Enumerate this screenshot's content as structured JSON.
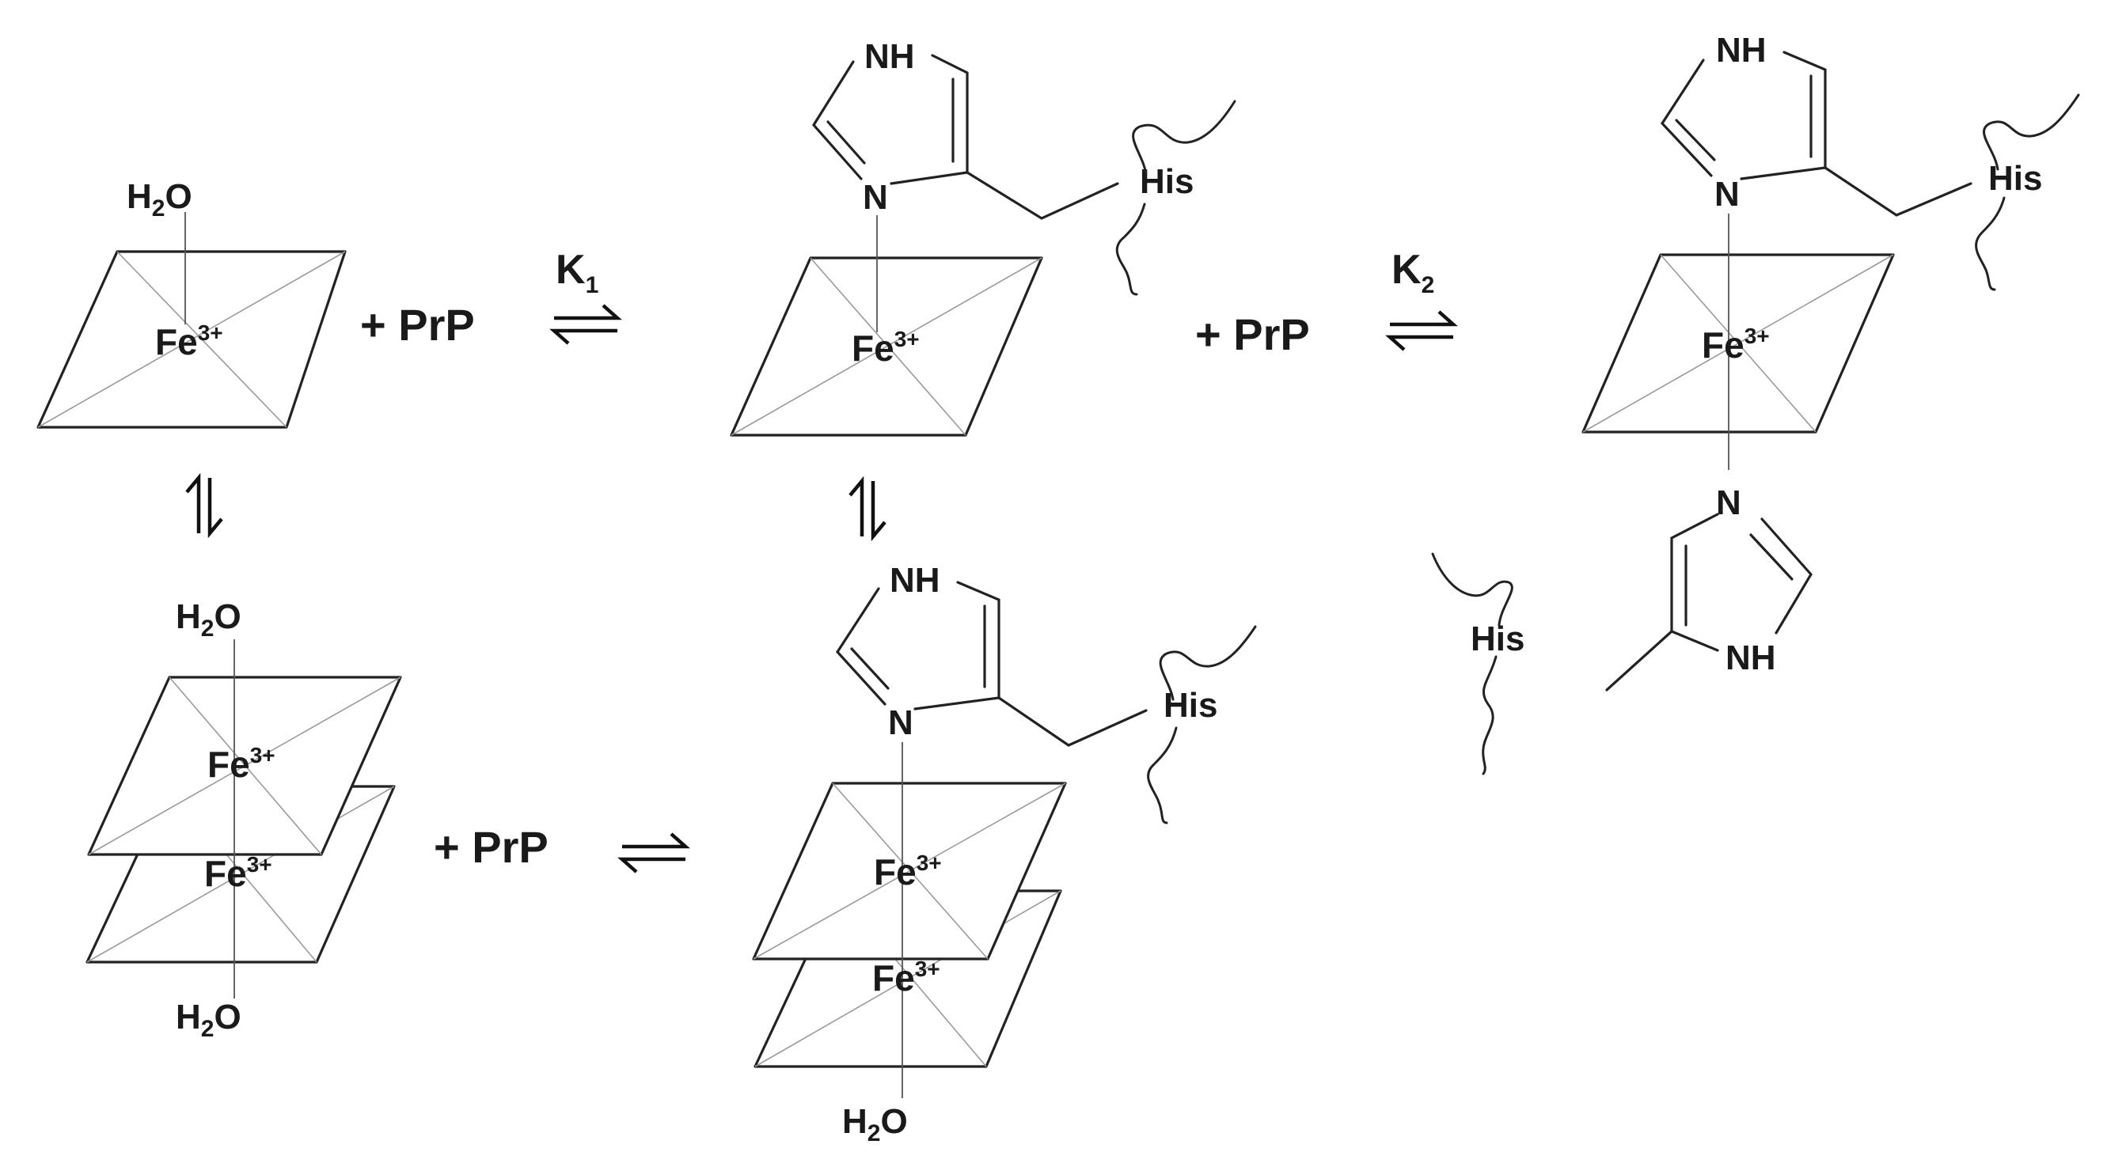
{
  "labels": {
    "iron": "Fe",
    "iron_charge": "3+",
    "water_H": "H",
    "water_sub": "2",
    "water_O": "O",
    "his": "His",
    "imidazole_NH": "NH",
    "imidazole_N": "N",
    "plus_prp": "+  PrP",
    "k_letter": "K",
    "k1_sub": "1",
    "k2_sub": "2"
  },
  "colors": {
    "ink": "#1a1a1a",
    "inner_lines": "#9a9a9a"
  },
  "icons": {
    "equilibrium": "equilibrium-arrows-icon",
    "protein_chain": "wavy-chain-icon"
  }
}
